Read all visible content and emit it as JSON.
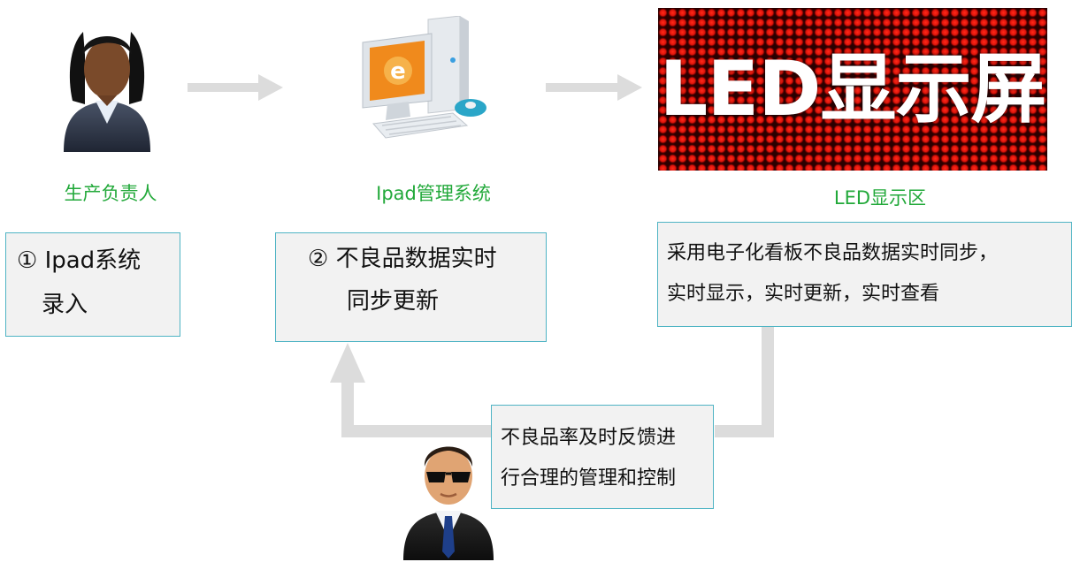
{
  "nodes": {
    "manager": {
      "label": "生产负责人"
    },
    "system": {
      "label": "Ipad管理系统"
    },
    "led": {
      "label": "LED显示区",
      "screen_text": "LED显示屏"
    }
  },
  "boxes": {
    "step1": {
      "line1": "① Ipad系统",
      "line2": "录入"
    },
    "step2": {
      "line1": "② 不良品数据实时",
      "line2": "同步更新"
    },
    "led_desc": {
      "line1": "采用电子化看板不良品数据实时同步，",
      "line2": "实时显示，实时更新，实时查看"
    },
    "feedback": {
      "line1": "不良品率及时反馈进",
      "line2": "行合理的管理和控制"
    }
  },
  "icons": {
    "manager": "businesswoman-icon",
    "system": "computer-icon",
    "supervisor": "businessman-sunglasses-icon"
  },
  "colors": {
    "label_green": "#22a93a",
    "box_border": "#4fb4c4",
    "box_fill": "#f2f2f2",
    "arrow_gray": "#dcdcdc",
    "led_red": "#e0140a"
  }
}
